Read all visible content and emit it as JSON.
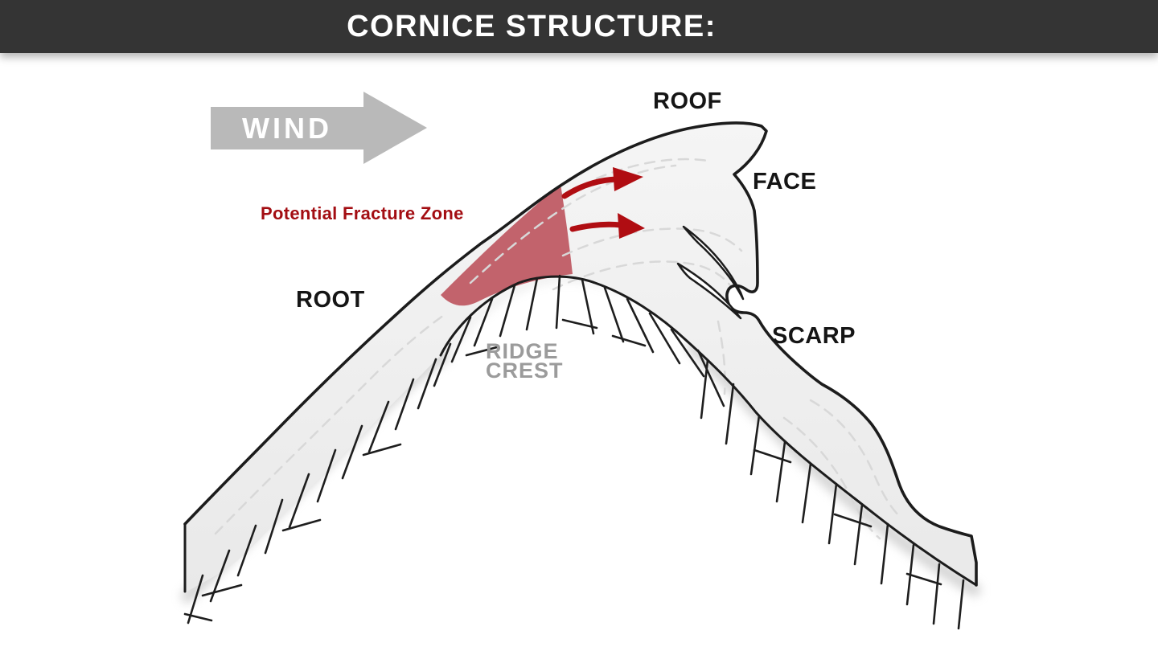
{
  "header": {
    "title": "CORNICE STRUCTURE:"
  },
  "labels": {
    "wind": "WIND",
    "roof": "ROOF",
    "face": "FACE",
    "scarp": "SCARP",
    "root": "ROOT",
    "ridge_line1": "RIDGE",
    "ridge_line2": "CREST",
    "fracture": "Potential Fracture Zone"
  },
  "colors": {
    "header_bg": "#343434",
    "header_text": "#ffffff",
    "wind_arrow_gray": "#b9b9b9",
    "wind_text": "#ffffff",
    "fracture_zone_fill": "#c2636c",
    "fracture_text": "#a30d12",
    "flow_arrow_red": "#b00d12",
    "ridge_text_gray": "#9b9b9b",
    "snow_fill": "#eeeeee",
    "outline": "#1c1c1c"
  }
}
